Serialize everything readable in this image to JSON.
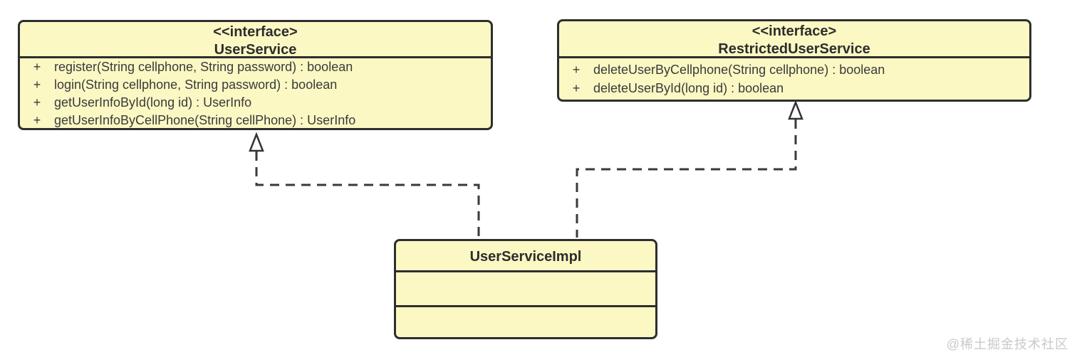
{
  "diagram": {
    "user_service": {
      "stereotype": "<<interface>",
      "name": "UserService",
      "methods": [
        {
          "visibility": "+",
          "signature": "register(String cellphone, String password) : boolean"
        },
        {
          "visibility": "+",
          "signature": "login(String cellphone, String password) : boolean"
        },
        {
          "visibility": "+",
          "signature": "getUserInfoById(long id) : UserInfo"
        },
        {
          "visibility": "+",
          "signature": "getUserInfoByCellPhone(String cellPhone) : UserInfo"
        }
      ]
    },
    "restricted_user_service": {
      "stereotype": "<<interface>",
      "name": "RestrictedUserService",
      "methods": [
        {
          "visibility": "+",
          "signature": "deleteUserByCellphone(String cellphone) : boolean"
        },
        {
          "visibility": "+",
          "signature": "deleteUserById(long id) : boolean"
        }
      ]
    },
    "implementation": {
      "name": "UserServiceImpl"
    },
    "relations": [
      {
        "type": "realization",
        "from": "UserServiceImpl",
        "to": "UserService",
        "line": "dashed",
        "arrowhead": "hollow-triangle"
      },
      {
        "type": "realization",
        "from": "UserServiceImpl",
        "to": "RestrictedUserService",
        "line": "dashed",
        "arrowhead": "hollow-triangle"
      }
    ],
    "colors": {
      "box_fill": "#FBF8C4",
      "box_border": "#2e2e2e",
      "text": "#3a3a3a",
      "arrow": "#3a3a3a",
      "watermark": "#c9c9c9",
      "background": "#ffffff"
    }
  },
  "watermark": "@稀土掘金技术社区"
}
